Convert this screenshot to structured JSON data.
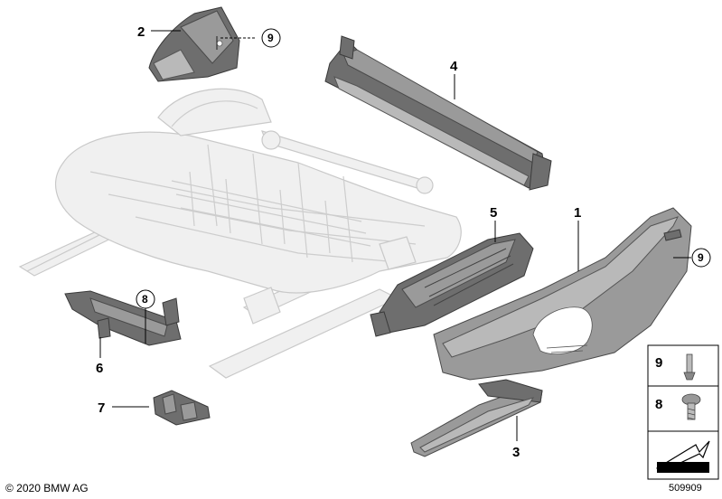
{
  "callouts": {
    "c1": "1",
    "c2": "2",
    "c3": "3",
    "c4": "4",
    "c5": "5",
    "c6": "6",
    "c7": "7"
  },
  "circled_refs": {
    "r9_top": "9",
    "r9_right": "9",
    "r8_left": "8"
  },
  "legend": {
    "item9": "9",
    "item8": "8"
  },
  "footer": {
    "copyright": "© 2020 BMW AG",
    "doc_number": "509909"
  }
}
